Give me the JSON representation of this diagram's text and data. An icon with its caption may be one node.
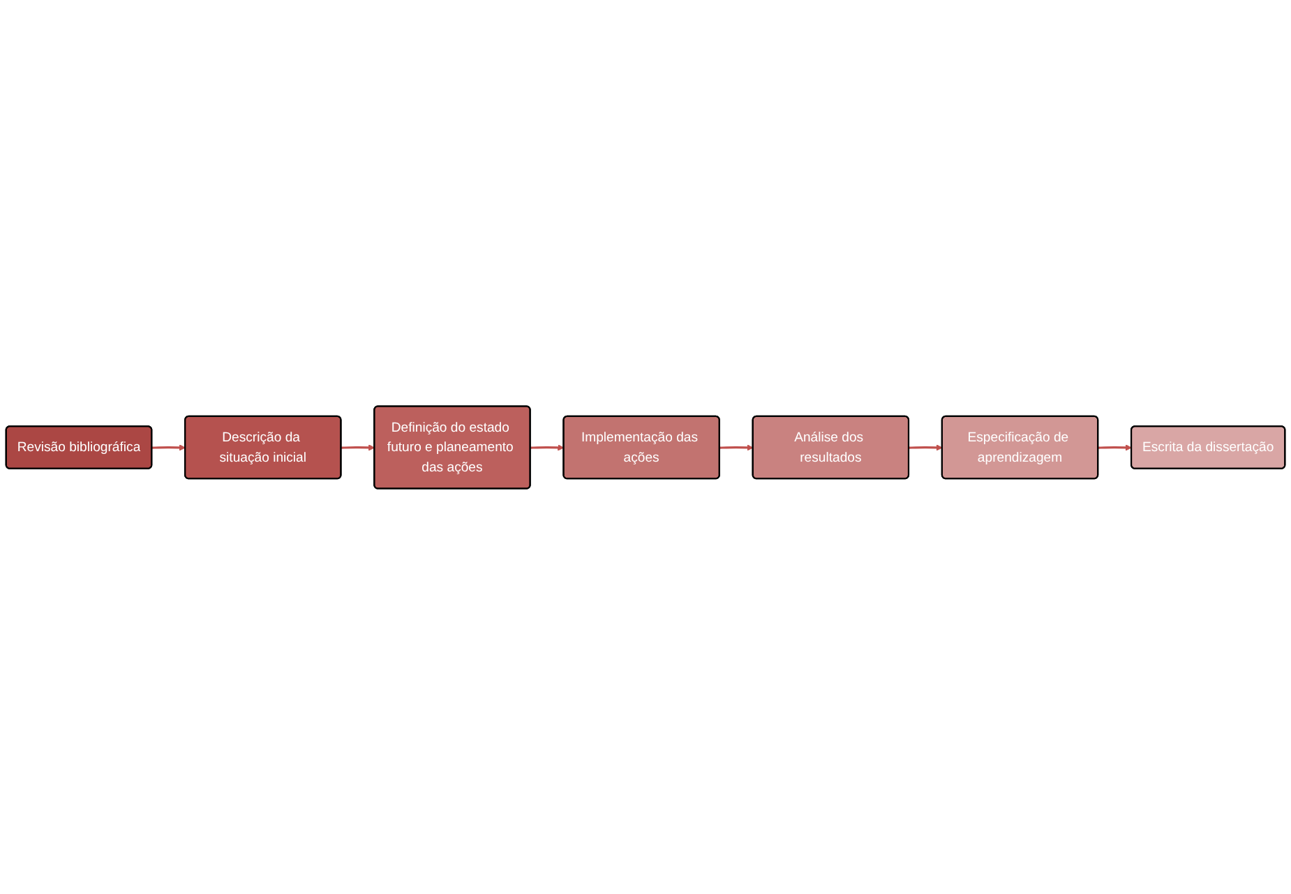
{
  "diagram": {
    "nodes": [
      {
        "text": [
          "Revisão bibliográfica"
        ]
      },
      {
        "text": [
          "Descrição da situação inicial"
        ]
      },
      {
        "text": [
          "Definição do estado futuro e planeamento das ações"
        ]
      },
      {
        "text": [
          "Implementação das ações"
        ]
      },
      {
        "text": [
          "Análise dos resultados"
        ]
      },
      {
        "text": [
          "Especificação de aprendizagem"
        ]
      },
      {
        "text": [
          "Escrita da dissertação"
        ]
      }
    ],
    "edges": [
      {
        "from": 0,
        "to": 1,
        "arrow": "to"
      },
      {
        "from": 1,
        "to": 2,
        "arrow": "to"
      },
      {
        "from": 2,
        "to": 3,
        "arrow": "to"
      },
      {
        "from": 3,
        "to": 4,
        "arrow": "to"
      },
      {
        "from": 4,
        "to": 5,
        "arrow": "to"
      },
      {
        "from": 5,
        "to": 6,
        "arrow": "to"
      }
    ]
  }
}
